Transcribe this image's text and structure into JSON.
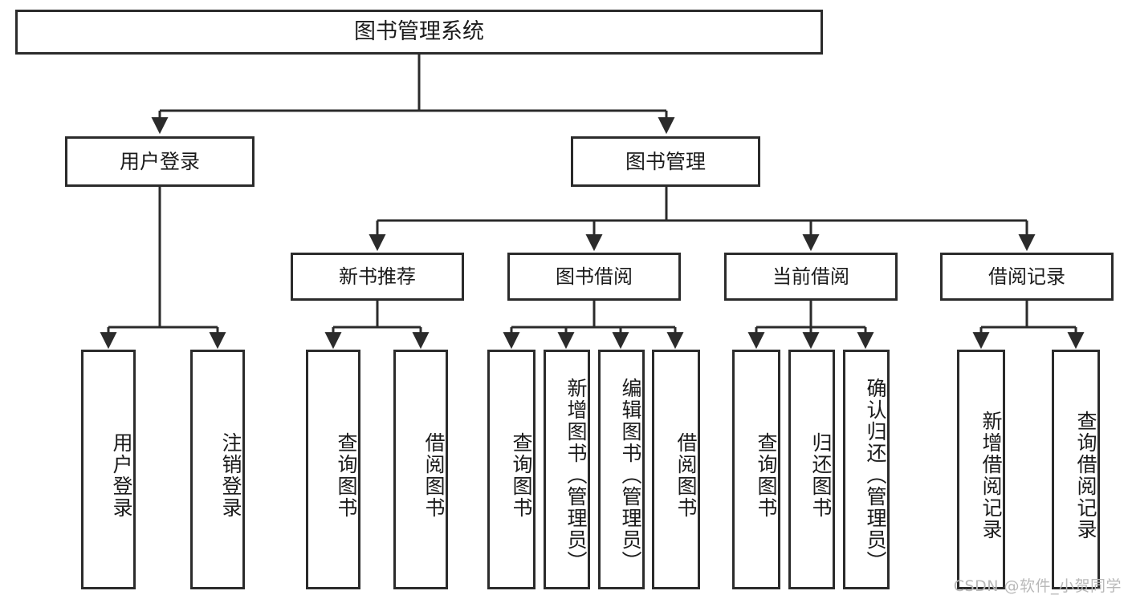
{
  "diagram": {
    "title": "图书管理系统",
    "type": "功能结构图",
    "watermark": "CSDN @软件_小贺同学",
    "accent_color": "#2b2b2b",
    "background_color": "#ffffff",
    "nodes": {
      "root": {
        "label": "图书管理系统"
      },
      "level2": [
        {
          "label": "用户登录"
        },
        {
          "label": "图书管理"
        }
      ],
      "level3": [
        {
          "label": "新书推荐"
        },
        {
          "label": "图书借阅"
        },
        {
          "label": "当前借阅"
        },
        {
          "label": "借阅记录"
        }
      ],
      "leaves": {
        "user_login": [
          {
            "label": "用户登录"
          },
          {
            "label": "注销登录"
          }
        ],
        "new_book_recommend": [
          {
            "label": "查询图书"
          },
          {
            "label": "借阅图书"
          }
        ],
        "book_borrow": [
          {
            "label": "查询图书"
          },
          {
            "label": "新增图书（管理员）"
          },
          {
            "label": "编辑图书（管理员）"
          },
          {
            "label": "借阅图书"
          }
        ],
        "current_borrow": [
          {
            "label": "查询图书"
          },
          {
            "label": "归还图书"
          },
          {
            "label": "确认归还（管理员）"
          }
        ],
        "borrow_record": [
          {
            "label": "新增借阅记录"
          },
          {
            "label": "查询借阅记录"
          }
        ]
      }
    }
  }
}
